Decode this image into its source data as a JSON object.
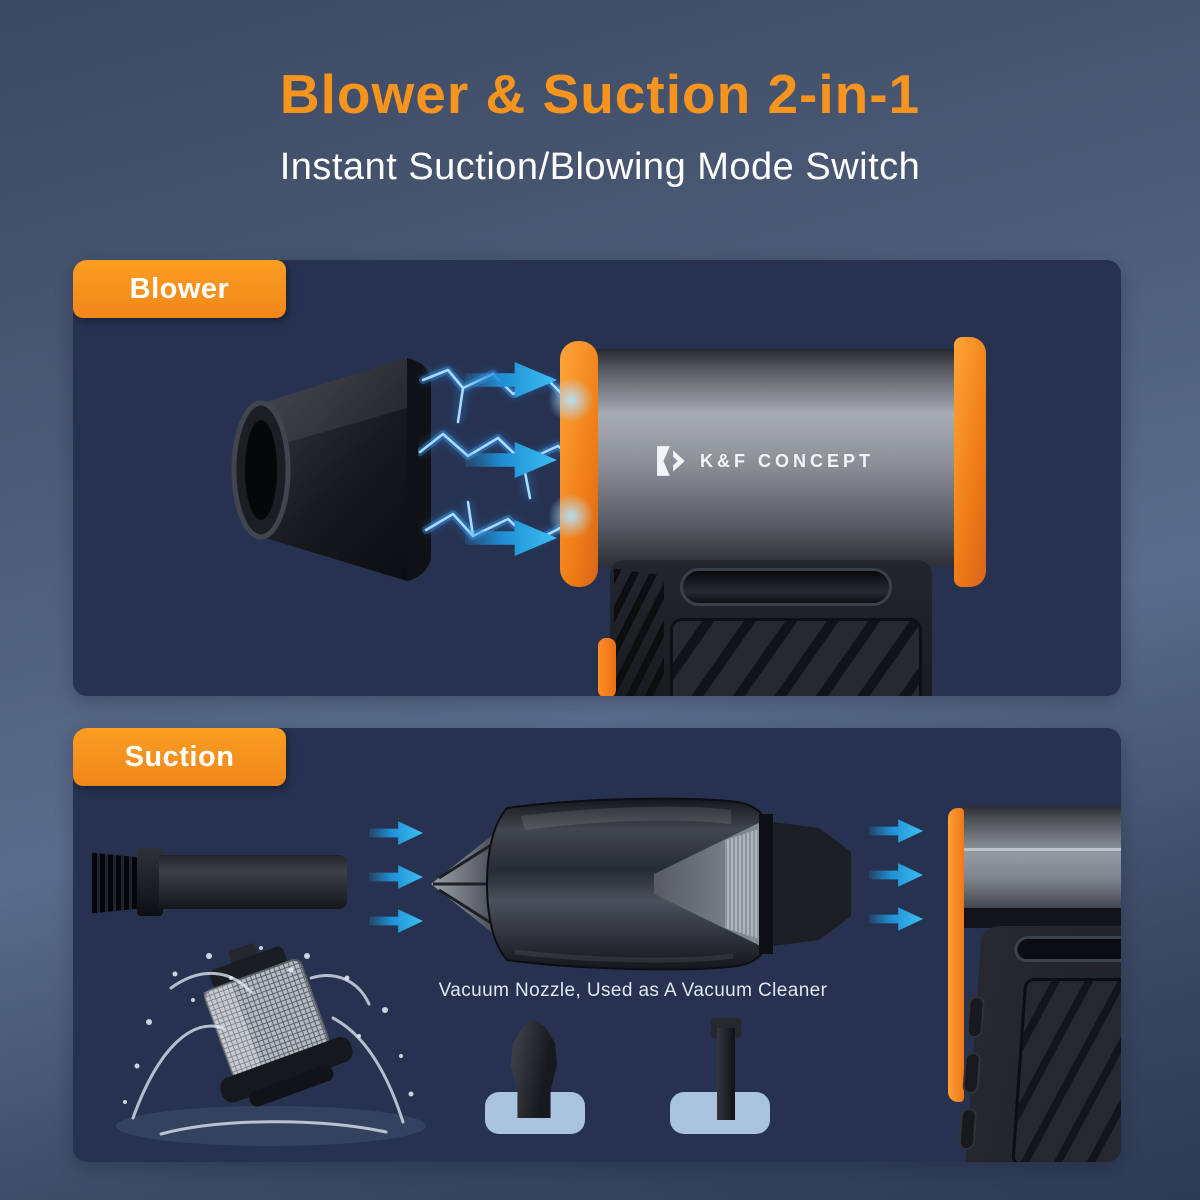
{
  "header": {
    "title": "Blower & Suction 2-in-1",
    "subtitle": "Instant Suction/Blowing Mode Switch"
  },
  "panels": {
    "blower": {
      "label": "Blower",
      "brand": "K&F CONCEPT"
    },
    "suction": {
      "label": "Suction",
      "caption": "Vacuum Nozzle, Used as A Vacuum Cleaner"
    }
  },
  "icons": {
    "arrow_right": "blue gradient right-arrow (CSS clip-path)",
    "lightning": "glowing electric bolts (SVG strokes)",
    "kf_logo": "K&F chevron logo mark (white SVG)"
  },
  "colors": {
    "accent_orange": "#F7941E",
    "arrow_blue": "#2FAAE4",
    "lightning_blue": "#A8DCFF",
    "panel_navy": "#263250",
    "background_top": "#3B4862",
    "background_mid": "#5A6C8B",
    "background_bottom": "#2D3A54",
    "accessory_plate_blue": "#A9C2DD",
    "text_white": "#FFFFFF",
    "caption_text": "#DFE7F3"
  }
}
